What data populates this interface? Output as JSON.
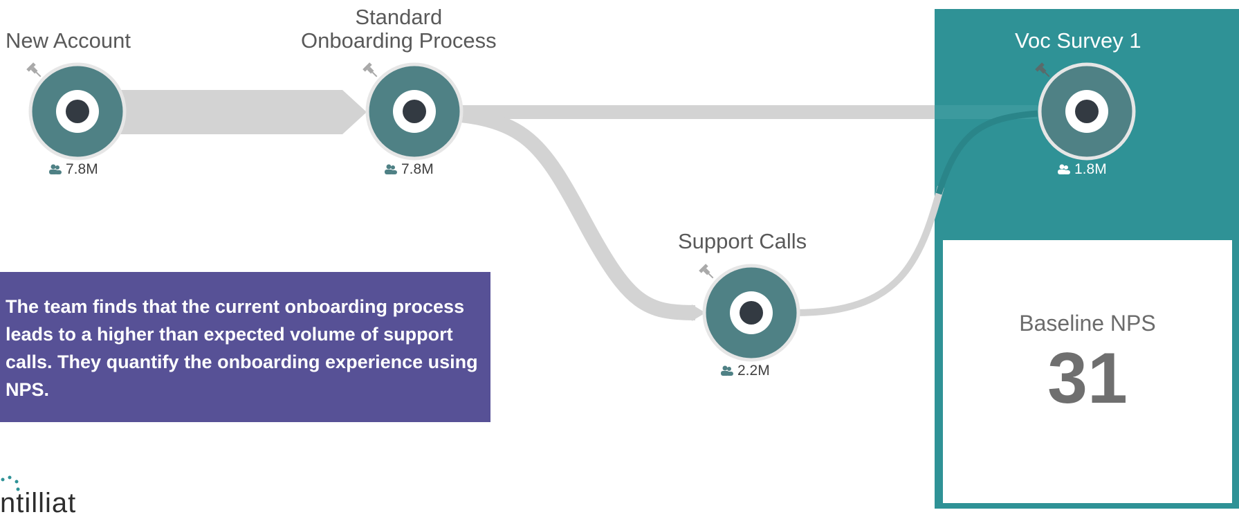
{
  "nodes": [
    {
      "title": "New Account",
      "count": "7.8M"
    },
    {
      "title": "Standard\nOnboarding Process",
      "count": "7.8M"
    },
    {
      "title": "Support Calls",
      "count": "2.2M"
    },
    {
      "title": "Voc Survey 1",
      "count": "1.8M"
    }
  ],
  "metric": {
    "label": "Baseline NPS",
    "value": "31"
  },
  "callout": {
    "text": "The team finds that the current onboarding process leads to a higher than expected volume of support calls. They quantify the onboarding experience using NPS."
  },
  "brand": {
    "logo_text": "ntilliat"
  },
  "icons": {
    "node": "target-icon",
    "pin": "pin-icon",
    "count": "people-icon"
  },
  "colors": {
    "panel": "#2f9296",
    "node_fill": "#4f8185",
    "flow": "#d3d3d3",
    "callout": "#575196"
  }
}
